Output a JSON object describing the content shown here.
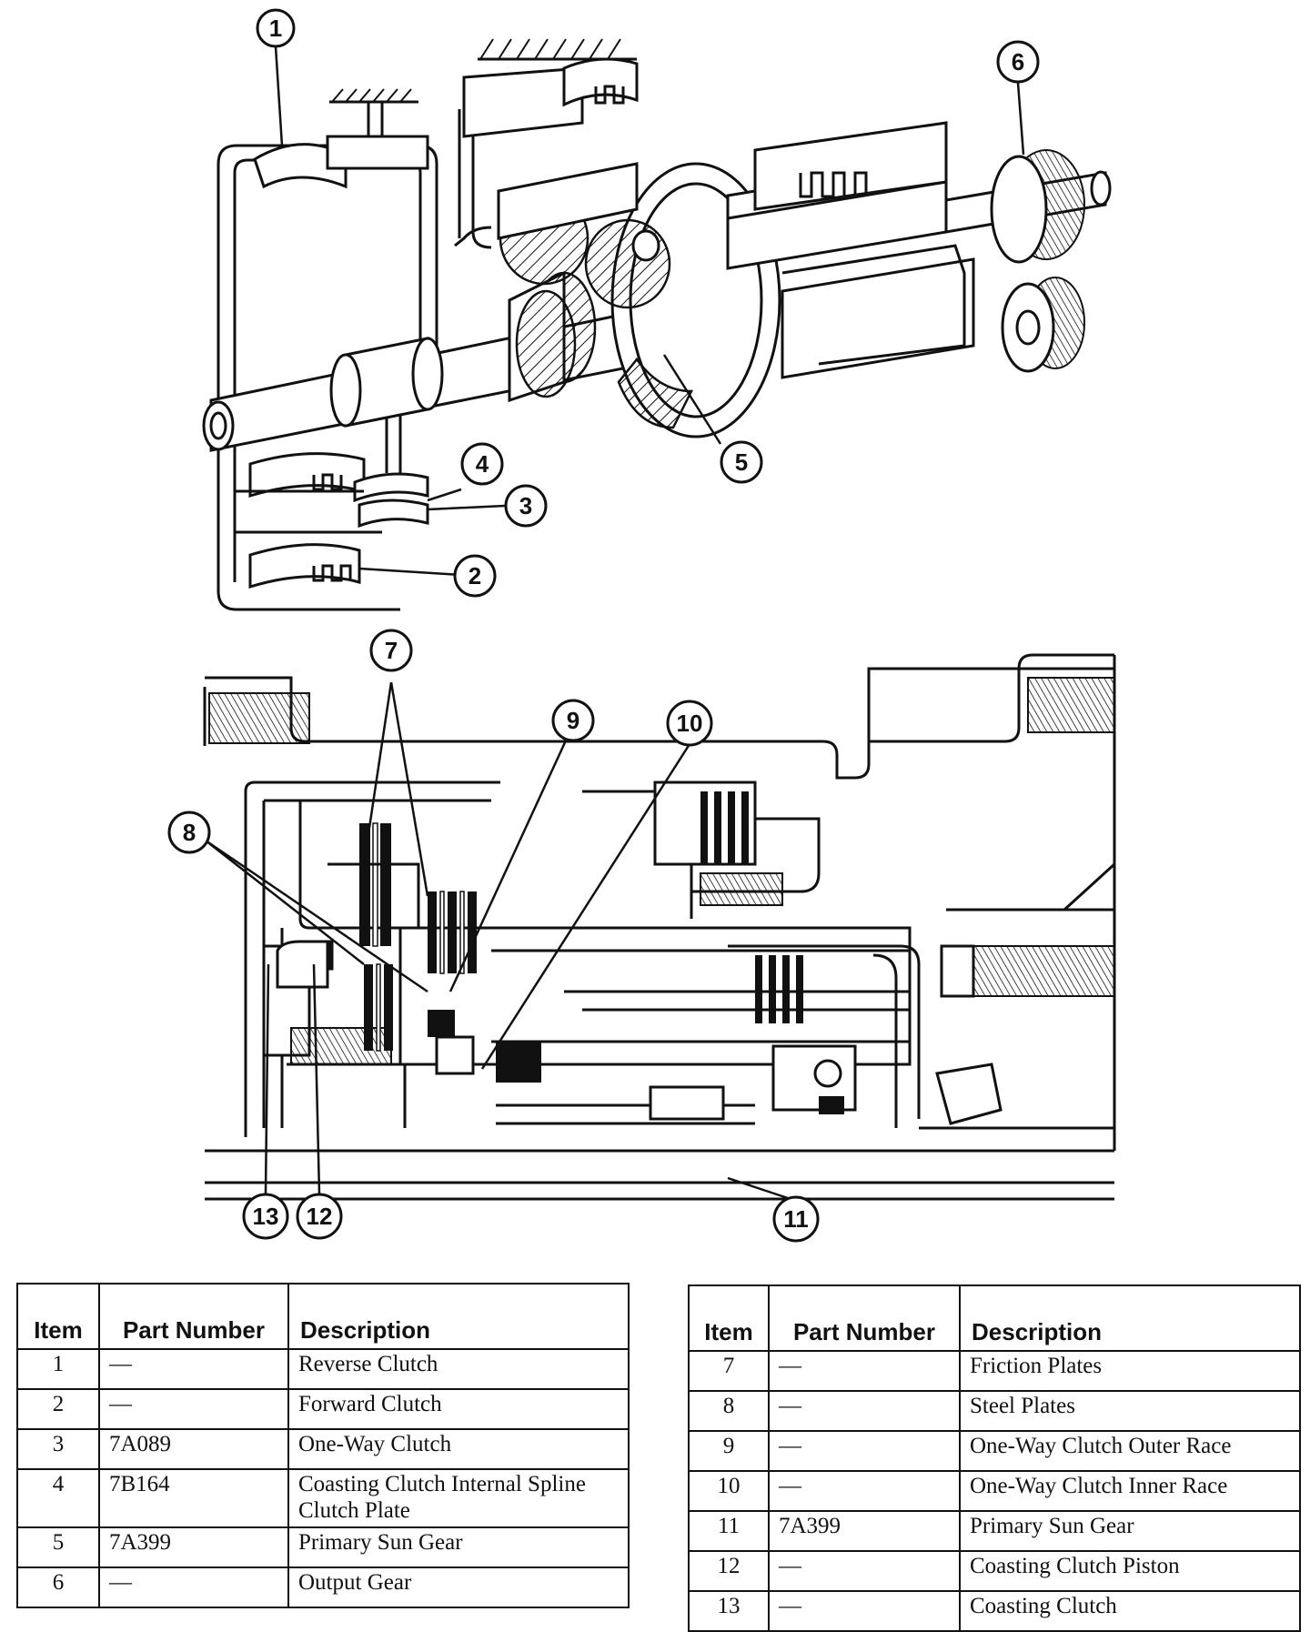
{
  "callouts": [
    {
      "id": "1",
      "label": "1"
    },
    {
      "id": "2",
      "label": "2"
    },
    {
      "id": "3",
      "label": "3"
    },
    {
      "id": "4",
      "label": "4"
    },
    {
      "id": "5",
      "label": "5"
    },
    {
      "id": "6",
      "label": "6"
    },
    {
      "id": "7",
      "label": "7"
    },
    {
      "id": "8",
      "label": "8"
    },
    {
      "id": "9",
      "label": "9"
    },
    {
      "id": "10",
      "label": "10"
    },
    {
      "id": "11",
      "label": "11"
    },
    {
      "id": "12",
      "label": "12"
    },
    {
      "id": "13",
      "label": "13"
    }
  ],
  "table_headers": {
    "item": "Item",
    "part_number": "Part Number",
    "description": "Description"
  },
  "table_left": [
    {
      "item": "1",
      "part_number": "—",
      "description": "Reverse Clutch"
    },
    {
      "item": "2",
      "part_number": "—",
      "description": "Forward Clutch"
    },
    {
      "item": "3",
      "part_number": "7A089",
      "description": "One-Way Clutch"
    },
    {
      "item": "4",
      "part_number": "7B164",
      "description": "Coasting Clutch Internal Spline Clutch Plate"
    },
    {
      "item": "5",
      "part_number": "7A399",
      "description": "Primary Sun Gear"
    },
    {
      "item": "6",
      "part_number": "—",
      "description": "Output Gear"
    }
  ],
  "table_right": [
    {
      "item": "7",
      "part_number": "—",
      "description": "Friction Plates"
    },
    {
      "item": "8",
      "part_number": "—",
      "description": "Steel Plates"
    },
    {
      "item": "9",
      "part_number": "—",
      "description": "One-Way Clutch Outer Race"
    },
    {
      "item": "10",
      "part_number": "—",
      "description": "One-Way Clutch Inner Race"
    },
    {
      "item": "11",
      "part_number": "7A399",
      "description": "Primary Sun Gear"
    },
    {
      "item": "12",
      "part_number": "—",
      "description": "Coasting Clutch Piston"
    },
    {
      "item": "13",
      "part_number": "—",
      "description": "Coasting Clutch"
    }
  ]
}
